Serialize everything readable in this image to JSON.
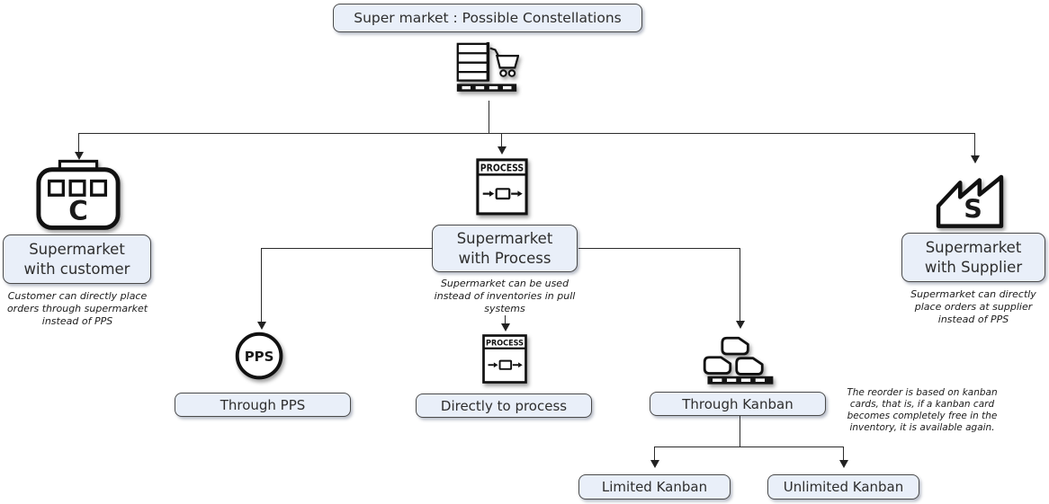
{
  "title": "Super market : Possible Constellations",
  "branches": {
    "customer": {
      "label1": "Supermarket",
      "label2": "with customer",
      "caption": "Customer can directly place orders through supermarket instead of PPS"
    },
    "process": {
      "label1": "Supermarket",
      "label2": "with Process",
      "caption": "Supermarket can be used instead of inventories in pull systems"
    },
    "supplier": {
      "label1": "Supermarket",
      "label2": "with Supplier",
      "caption": "Supermarket can directly place orders at supplier instead of PPS"
    }
  },
  "options": {
    "pps": {
      "label": "Through PPS"
    },
    "direct": {
      "label": "Directly to process"
    },
    "kanban": {
      "label": "Through Kanban",
      "note": "The reorder is based on kanban cards, that is, if a kanban card becomes completely free in the inventory, it is available again."
    }
  },
  "kanban_children": {
    "limited": {
      "label": "Limited Kanban"
    },
    "unlimited": {
      "label": "Unlimited Kanban"
    }
  },
  "icons": {
    "process_label": "PROCESS",
    "pps_label": "PPS",
    "customer_letter": "C",
    "supplier_letter": "S"
  },
  "colors": {
    "box_fill": "#e9eff9",
    "box_border": "#4a4a4a",
    "line": "#2b2b2b",
    "text": "#2e2e2e"
  }
}
